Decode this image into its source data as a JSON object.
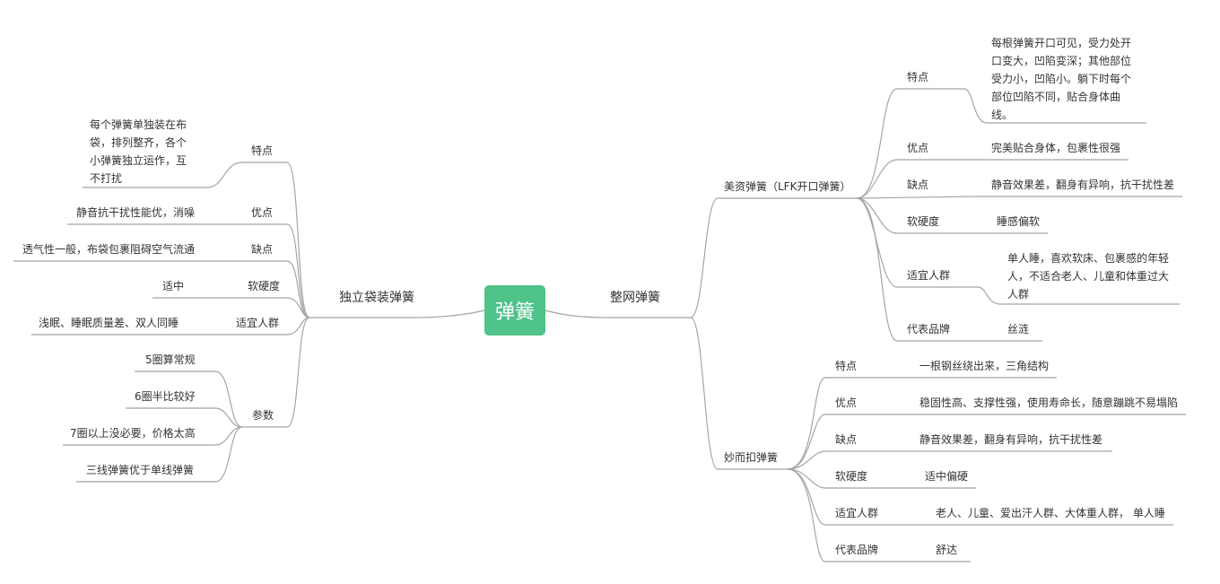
{
  "root": "弹簧",
  "left": {
    "branch": "独立袋装弹簧",
    "features": {
      "label": "特点",
      "text": "每个弹簧单独装在布袋，排列整齐，各个小弹簧独立运作，互不打扰"
    },
    "pros": {
      "label": "优点",
      "text": "静音抗干扰性能优，消噪"
    },
    "cons": {
      "label": "缺点",
      "text": "透气性一般，布袋包裹阻碍空气流通"
    },
    "firmness": {
      "label": "软硬度",
      "text": "适中"
    },
    "audience": {
      "label": "适宜人群",
      "text": "浅眠、睡眠质量差、双人同睡"
    },
    "params": {
      "label": "参数",
      "items": [
        "5圈算常规",
        "6圈半比较好",
        "7圈以上没必要，价格太高",
        "三线弹簧优于单线弹簧"
      ]
    }
  },
  "right": {
    "branch": "整网弹簧",
    "meizi": {
      "label": "美资弹簧（LFK开口弹簧）",
      "features": {
        "label": "特点",
        "text": "每根弹簧开口可见，受力处开口变大，凹陷变深；其他部位受力小，凹陷小。躺下时每个部位凹陷不同，贴合身体曲线。"
      },
      "pros": {
        "label": "优点",
        "text": "完美贴合身体，包裹性很强"
      },
      "cons": {
        "label": "缺点",
        "text": "静音效果差，翻身有异响，抗干扰性差"
      },
      "firmness": {
        "label": "软硬度",
        "text": "睡感偏软"
      },
      "audience": {
        "label": "适宜人群",
        "text": "单人睡，喜欢软床、包裹感的年轻人，不适合老人、儿童和体重过大人群"
      },
      "brand": {
        "label": "代表品牌",
        "text": "丝涟"
      }
    },
    "miaoer": {
      "label": "妙而扣弹簧",
      "features": {
        "label": "特点",
        "text": "一根钢丝绕出来，三角结构"
      },
      "pros": {
        "label": "优点",
        "text": "稳固性高、支撑性强，使用寿命长，随意蹦跳不易塌陷"
      },
      "cons": {
        "label": "缺点",
        "text": "静音效果差，翻身有异响，抗干扰性差"
      },
      "firmness": {
        "label": "软硬度",
        "text": "适中偏硬"
      },
      "audience": {
        "label": "适宜人群",
        "text": "老人、儿童、爱出汗人群、大体重人群， 单人睡"
      },
      "brand": {
        "label": "代表品牌",
        "text": "舒达"
      }
    }
  }
}
